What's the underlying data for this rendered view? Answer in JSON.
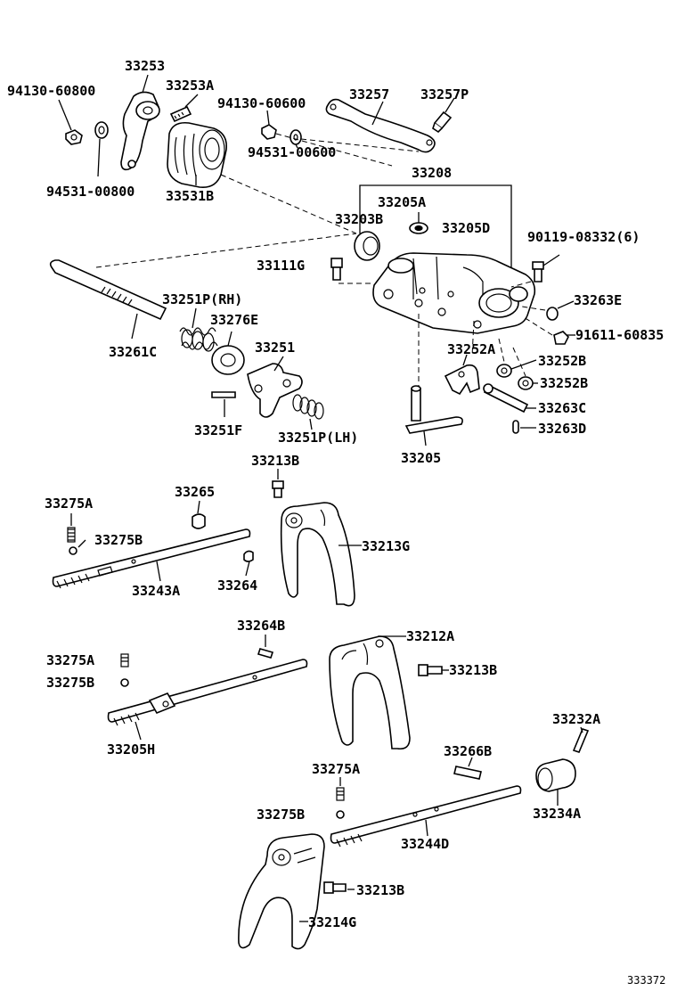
{
  "diagram": {
    "code": "333372",
    "labels": {
      "p94130_60800": "94130-60800",
      "p33253": "33253",
      "p33253A": "33253A",
      "p94531_00800": "94531-00800",
      "p33531B": "33531B",
      "p94130_60600": "94130-60600",
      "p94531_00600": "94531-00600",
      "p33257": "33257",
      "p33257P": "33257P",
      "p33208": "33208",
      "p33205A": "33205A",
      "p33203B": "33203B",
      "p33205D": "33205D",
      "p90119_08332": "90119-08332(6)",
      "p33111G": "33111G",
      "p33263E": "33263E",
      "p91611_60835": "91611-60835",
      "p33251P_RH": "33251P(RH)",
      "p33276E": "33276E",
      "p33261C": "33261C",
      "p33251": "33251",
      "p33251F": "33251F",
      "p33251P_LH": "33251P(LH)",
      "p33252A": "33252A",
      "p33252B_1": "33252B",
      "p33252B_2": "33252B",
      "p33263C": "33263C",
      "p33263D": "33263D",
      "p33205": "33205",
      "p33213B_1": "33213B",
      "p33275A_1": "33275A",
      "p33265": "33265",
      "p33275B_1": "33275B",
      "p33213G": "33213G",
      "p33243A": "33243A",
      "p33264": "33264",
      "p33264B": "33264B",
      "p33212A": "33212A",
      "p33275A_2": "33275A",
      "p33213B_2": "33213B",
      "p33275B_2": "33275B",
      "p33205H": "33205H",
      "p33232A": "33232A",
      "p33266B": "33266B",
      "p33275A_3": "33275A",
      "p33234A": "33234A",
      "p33275B_3": "33275B",
      "p33244D": "33244D",
      "p33213B_3": "33213B",
      "p33214G": "33214G"
    }
  }
}
